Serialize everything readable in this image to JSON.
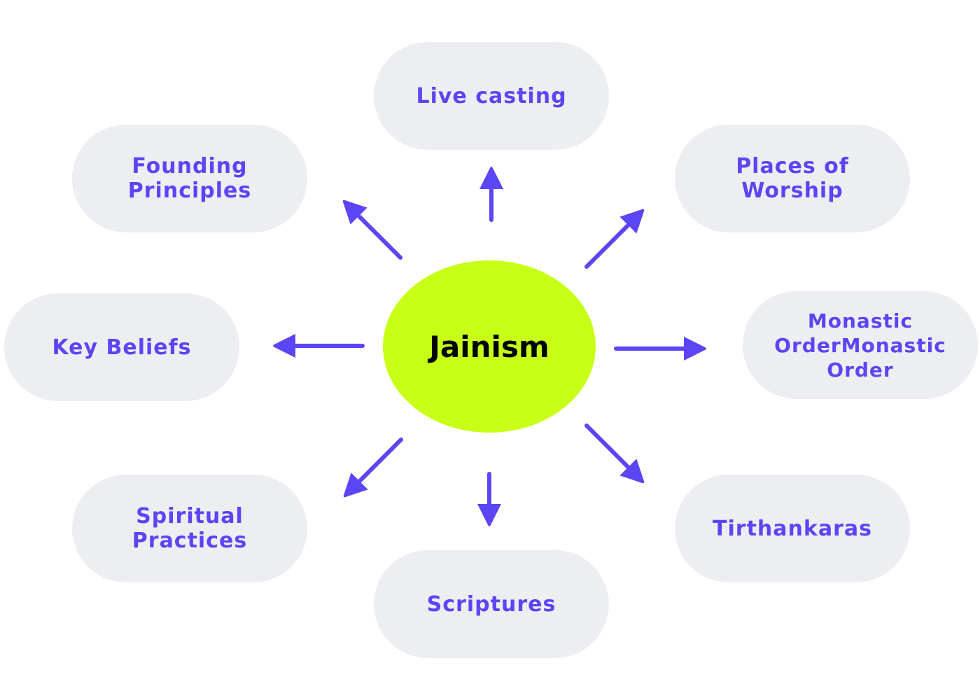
{
  "diagram": {
    "center": {
      "label": "Jainism",
      "color": "#c8ff16"
    },
    "accent_color": "#5b45f5",
    "node_bg": "#eceef2",
    "nodes": [
      {
        "id": "live-casting",
        "label": "Live casting"
      },
      {
        "id": "places-of-worship",
        "label": "Places of\nWorship"
      },
      {
        "id": "monastic-order",
        "label": "Monastic\nOrderMonastic\nOrder"
      },
      {
        "id": "tirthankaras",
        "label": "Tirthankaras"
      },
      {
        "id": "scriptures",
        "label": "Scriptures"
      },
      {
        "id": "spiritual-practices",
        "label": "Spiritual\nPractices"
      },
      {
        "id": "key-beliefs",
        "label": "Key Beliefs"
      },
      {
        "id": "founding-principles",
        "label": "Founding\nPrinciples"
      }
    ]
  }
}
